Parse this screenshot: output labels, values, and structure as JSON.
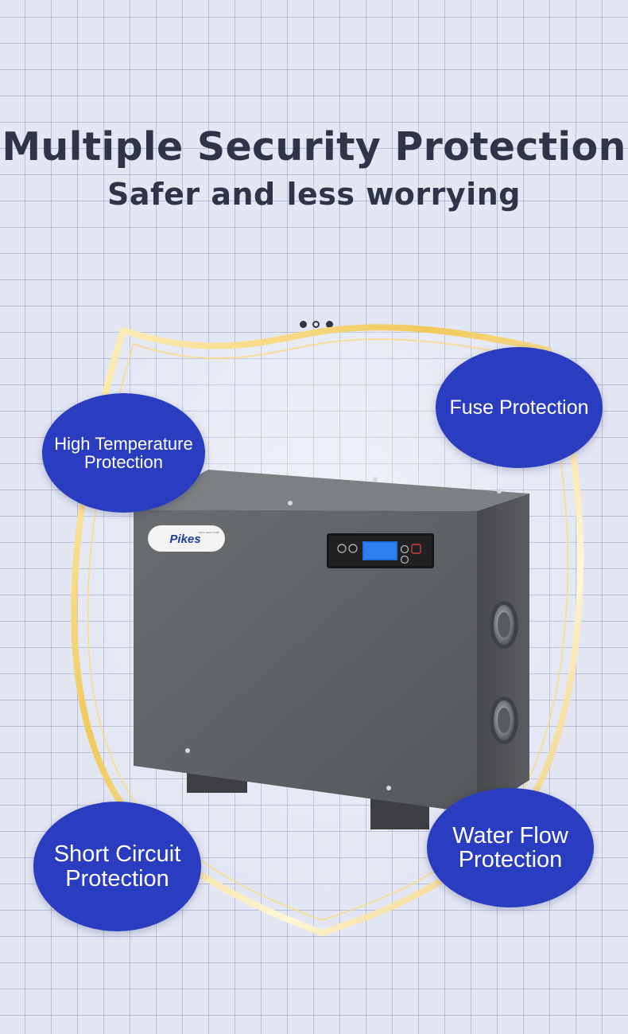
{
  "header": {
    "title": "Multiple Security Protection",
    "subtitle": "Safer and less worrying"
  },
  "features": {
    "high_temperature": "High Temperature\nProtection",
    "fuse": "Fuse Protection",
    "short_circuit": "Short Circuit\nProtection",
    "water_flow": "Water Flow\nProtection"
  },
  "product": {
    "brand_logo": "Pikes",
    "brand_logo_tagline": "POOL HEAT PUMP"
  },
  "colors": {
    "bubble": "#2a3cc0",
    "title_text": "#2f3448",
    "shield_gold": "#f2d06a",
    "unit_body": "#5d6063",
    "display": "#1f6fe0"
  }
}
